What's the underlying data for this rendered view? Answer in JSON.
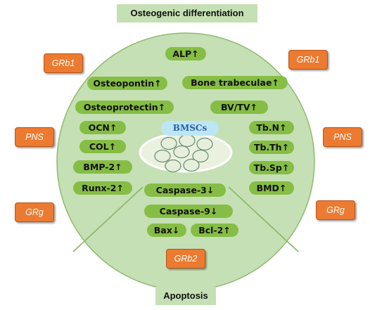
{
  "title": "Osteogenic differentiation",
  "bottom_label": "Apoptosis",
  "center": {
    "label": "BMSCs",
    "cell_count": 8
  },
  "top_items": [
    "ALP↑",
    "Osteopontin↑",
    "Bone trabeculae↑",
    "Osteoprotectin↑",
    "BV/TV↑"
  ],
  "left_items": [
    "OCN↑",
    "COL↑",
    "BMP-2↑",
    "Runx-2↑"
  ],
  "right_items": [
    "Tb.N↑",
    "Tb.Th↑",
    "Tb.Sp↑",
    "BMD↑"
  ],
  "bottom_items": [
    "Caspase-3↓",
    "Caspase-9↓",
    "Bax↓",
    "Bcl-2↑"
  ],
  "outer_labels": [
    "GRb1",
    "GRb1",
    "PNS",
    "PNS",
    "GRg",
    "GRg",
    "GRb2"
  ],
  "colors": {
    "circle_fill": "#c5e0b4",
    "circle_stroke": "#8fb970",
    "pill": "#86bd44",
    "orange": "#ec7a30",
    "bmsc_label": "#bde6f4"
  }
}
